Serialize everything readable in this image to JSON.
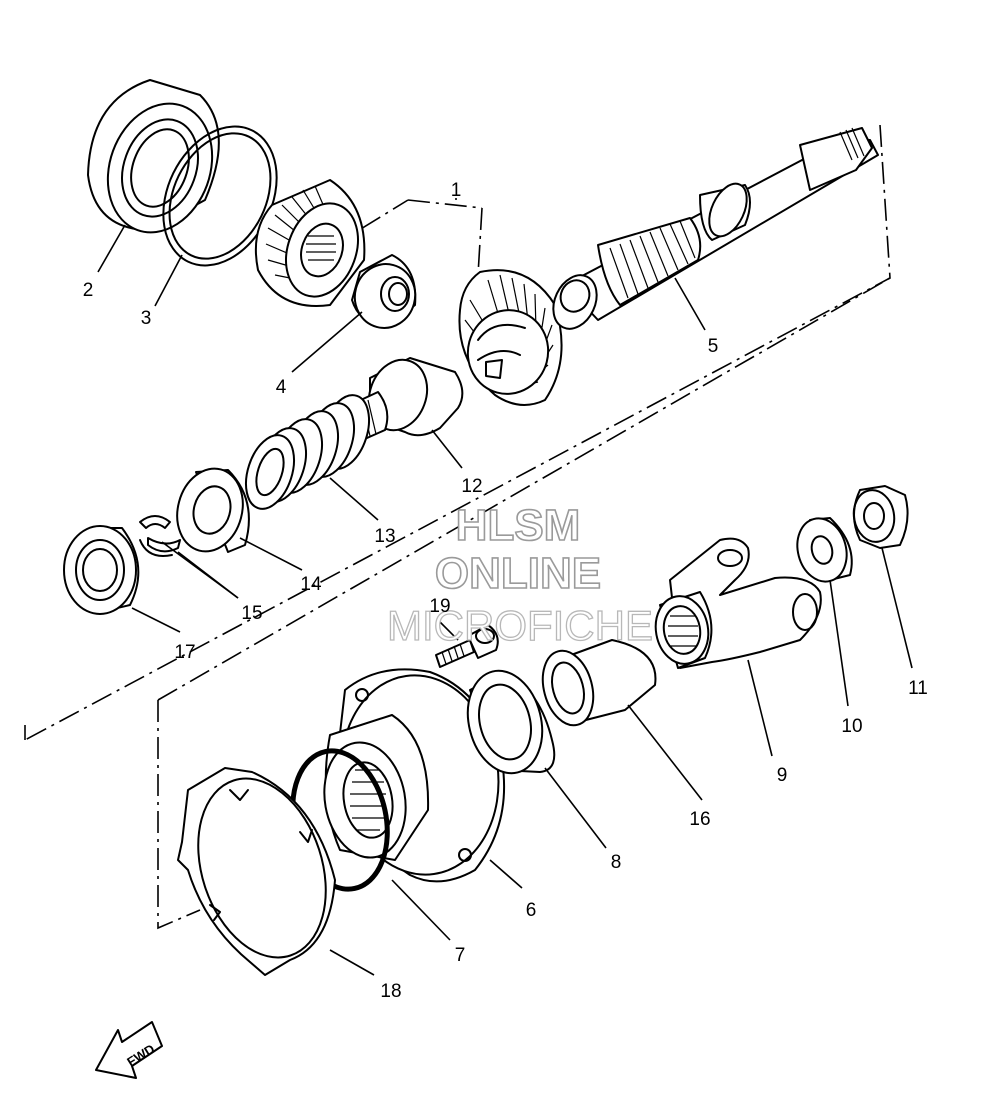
{
  "diagram": {
    "callouts": [
      "1",
      "2",
      "3",
      "4",
      "5",
      "6",
      "7",
      "8",
      "9",
      "10",
      "11",
      "12",
      "13",
      "14",
      "15",
      "16",
      "17",
      "18",
      "19"
    ],
    "watermark": [
      "HLSM",
      "ONLINE",
      "MICROFICHE"
    ],
    "direction_label": "FWD"
  },
  "icons": {
    "direction_arrow": "fwd-arrow-icon"
  }
}
